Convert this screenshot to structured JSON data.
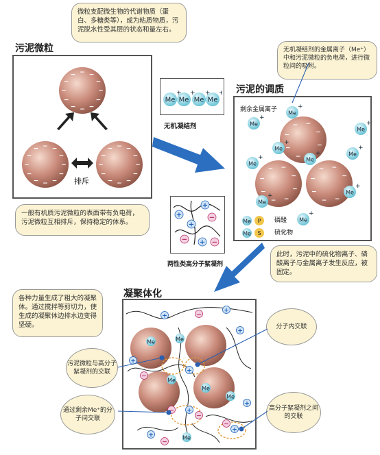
{
  "top_note": "微粒支配微生物的代谢物质（蛋白、多糖类等），成为粘质物质，污泥脱水性受其层的状态和量左右。",
  "sludge_particles": {
    "title": "污泥微粒",
    "repel_label": "排斥",
    "note": "一般有机质污泥微粒的表面带有负电荷，污泥微粒互相排斥，保持稳定的体系。"
  },
  "inorganic_coagulant": {
    "label": "无机凝结剂",
    "ion": "Me",
    "charge": "+"
  },
  "note_right_top": "无机凝结剂的金属离子（Me⁺）中和污泥微粒的负电荷，进行微粒间的吸附。",
  "conditioning": {
    "title": "污泥的调质",
    "residual_label": "剩余金属离子",
    "ion": "Me",
    "legend": [
      {
        "ion": "Me",
        "tag": "P",
        "label": "磷酸"
      },
      {
        "ion": "Me",
        "tag": "S",
        "label": "硫化物"
      }
    ]
  },
  "polymer": {
    "label": "两性类高分子絮凝剂"
  },
  "note_right_mid": "此时，污泥中的硫化物离子、磷酸离子与金属离子发生反应，被固定。",
  "flocculation": {
    "title": "凝聚体化",
    "note": "各种力量生成了粗大的凝聚体。通过搅拌等剪切力，使生成的凝聚体边排水边变得坚硬。",
    "callouts": [
      "分子内交联",
      "污泥微粒与高分子絮凝剂的交联",
      "通过剩余Me⁺的分子间交联",
      "高分子絮凝剂之间的交联"
    ]
  },
  "colors": {
    "particle": "#c98a7a",
    "me_ion": "#6fc7d8",
    "arrow_blue": "#2c6fc0",
    "bubble_bg": "#fbf3d3",
    "plus": "#1d5fb8",
    "minus": "#b8336a"
  }
}
